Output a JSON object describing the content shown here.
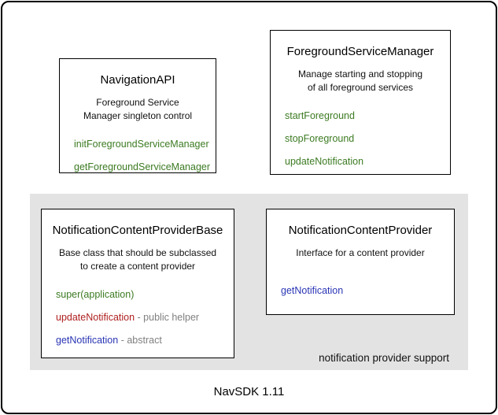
{
  "colors": {
    "method_green": "#3c7b22",
    "method_red": "#b02020",
    "method_blue": "#2a35b5",
    "suffix_gray": "#808080",
    "panel_gray": "#e3e3e3"
  },
  "footer": {
    "label": "NavSDK 1.11"
  },
  "panel": {
    "caption": "notification provider support"
  },
  "boxes": {
    "navigation_api": {
      "title": "NavigationAPI",
      "description_lines": [
        "Foreground Service",
        "Manager singleton control"
      ],
      "methods": [
        {
          "name": "initForegroundServiceManager",
          "color": "green"
        },
        {
          "name": "getForegroundServiceManager",
          "color": "green"
        }
      ]
    },
    "foreground_service_manager": {
      "title": "ForegroundServiceManager",
      "description_lines": [
        "Manage starting and stopping",
        "of all foreground services"
      ],
      "methods": [
        {
          "name": "startForeground",
          "color": "green"
        },
        {
          "name": "stopForeground",
          "color": "green"
        },
        {
          "name": "updateNotification",
          "color": "green"
        }
      ]
    },
    "notification_content_provider_base": {
      "title": "NotificationContentProviderBase",
      "description_lines": [
        "Base class that should be subclassed",
        "to create a content provider"
      ],
      "methods": [
        {
          "name": "super(application)",
          "color": "green"
        },
        {
          "name": "updateNotification",
          "suffix": " - public helper",
          "color": "red"
        },
        {
          "name": "getNotification",
          "suffix": " - abstract",
          "color": "blue"
        }
      ]
    },
    "notification_content_provider": {
      "title": "NotificationContentProvider",
      "description_lines": [
        "Interface for a content provider"
      ],
      "methods": [
        {
          "name": "getNotification",
          "color": "blue"
        }
      ]
    }
  }
}
